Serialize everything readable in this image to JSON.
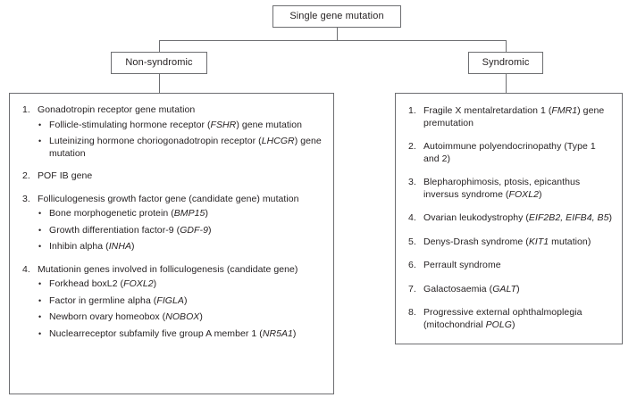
{
  "diagram": {
    "title": "Single gene mutation flowchart",
    "root": {
      "label": "Single gene mutation"
    },
    "branches": [
      {
        "label": "Non-syndromic"
      },
      {
        "label": "Syndromic"
      }
    ],
    "colors": {
      "border": "#6d6e71",
      "text": "#231f20",
      "background": "#ffffff"
    },
    "panels": {
      "non_syndromic": {
        "items": [
          {
            "marker": "1.",
            "text": "Gonadotropin receptor gene mutation",
            "sub": [
              {
                "bullet": "•",
                "html": "Follicle-stimulating hormone receptor (<i>FSHR</i>) gene mutation"
              },
              {
                "bullet": "•",
                "html": "Luteinizing hormone choriogonadotropin receptor (<i>LHCGR</i>) gene mutation"
              }
            ]
          },
          {
            "marker": "2.",
            "text": "POF IB gene",
            "sub": []
          },
          {
            "marker": "3.",
            "text": "Folliculogenesis growth factor gene (candidate gene) mutation",
            "sub": [
              {
                "bullet": "•",
                "html": "Bone morphogenetic protein (<i>BMP15</i>)"
              },
              {
                "bullet": "•",
                "html": "Growth differentiation factor-9 (<i>GDF-9</i>)"
              },
              {
                "bullet": "•",
                "html": "Inhibin alpha (<i>INHA</i>)"
              }
            ]
          },
          {
            "marker": "4.",
            "text": "Mutationin genes involved in folliculogenesis (candidate gene)",
            "sub": [
              {
                "bullet": "•",
                "html": "Forkhead boxL2 (<i>FOXL2</i>)"
              },
              {
                "bullet": "•",
                "html": "Factor in germline alpha (<i>FIGLA</i>)"
              },
              {
                "bullet": "•",
                "html": "Newborn ovary homeobox (<i>NOBOX</i>)"
              },
              {
                "bullet": "•",
                "html": "Nuclearreceptor subfamily five group A member 1 (<i>NR5A1</i>)"
              }
            ]
          }
        ]
      },
      "syndromic": {
        "items": [
          {
            "marker": "1.",
            "html": "Fragile X mentalretardation 1 (<i>FMR1</i>) gene premutation"
          },
          {
            "marker": "2.",
            "html": "Autoimmune polyendocrinopathy (Type 1 and 2)"
          },
          {
            "marker": "3.",
            "html": "Blepharophimosis, ptosis, epicanthus inversus syndrome (<i>FOXL2</i>)"
          },
          {
            "marker": "4.",
            "html": "Ovarian leukodystrophy (<i>EIF2B2, EIFB4, B5</i>)"
          },
          {
            "marker": "5.",
            "html": "Denys-Drash syndrome (<i>KIT1</i> mutation)"
          },
          {
            "marker": "6.",
            "html": "Perrault syndrome"
          },
          {
            "marker": "7.",
            "html": "Galactosaemia (<i>GALT</i>)"
          },
          {
            "marker": "8.",
            "html": "Progressive external ophthalmoplegia (mitochondrial <i>POLG</i>)"
          }
        ]
      }
    }
  }
}
